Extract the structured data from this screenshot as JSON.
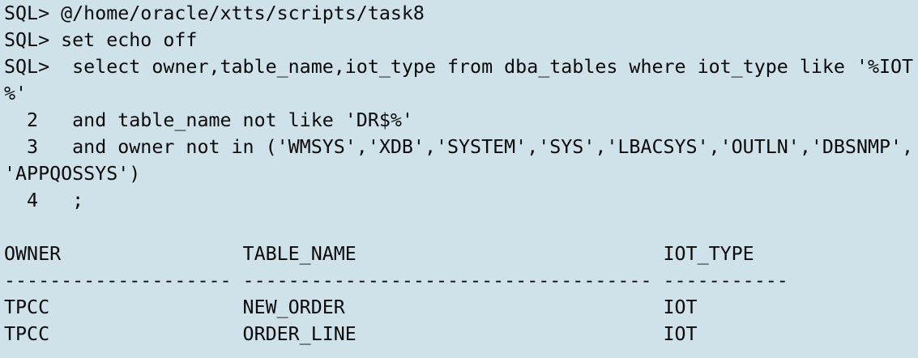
{
  "terminal": {
    "lines": [
      "SQL> @/home/oracle/xtts/scripts/task8",
      "SQL> set echo off",
      "SQL>  select owner,table_name,iot_type from dba_tables where iot_type like '%IOT",
      "%'",
      "  2   and table_name not like 'DR$%'",
      "  3   and owner not in ('WMSYS','XDB','SYSTEM','SYS','LBACSYS','OUTLN','DBSNMP',",
      "'APPQOSSYS')",
      "  4   ;"
    ],
    "result": {
      "header": "OWNER                TABLE_NAME                           IOT_TYPE",
      "separator": "-------------------- ------------------------------------ -----------",
      "rows": [
        "TPCC                 NEW_ORDER                            IOT",
        "TPCC                 ORDER_LINE                           IOT"
      ]
    }
  }
}
